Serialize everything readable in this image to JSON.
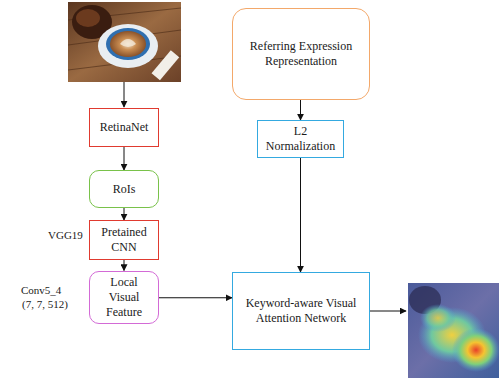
{
  "diagram": {
    "nodes": [
      {
        "text": [
          "RetinaNet"
        ]
      },
      {
        "text": [
          "RoIs"
        ]
      },
      {
        "text": [
          "Pretained CNN"
        ]
      },
      {
        "text": [
          "Local Visual Feature"
        ]
      },
      {
        "text": [
          "Referring Expression Representation"
        ]
      },
      {
        "text": [
          "L2 Normalization"
        ]
      },
      {
        "text": [
          "Keyword-aware Visual Attention Network"
        ]
      }
    ],
    "edges": [
      {
        "from": 0,
        "to": 1,
        "arrow": "to"
      },
      {
        "from": 1,
        "to": 2,
        "arrow": "to"
      },
      {
        "from": 2,
        "to": 3,
        "arrow": "to"
      },
      {
        "from": 4,
        "to": 5,
        "arrow": "to"
      },
      {
        "from": 5,
        "to": 6,
        "arrow": "to"
      },
      {
        "from": 3,
        "to": 6,
        "arrow": "to"
      }
    ],
    "labels": [
      "VGG19",
      "Conv5_4",
      "(7, 7, 512)"
    ]
  }
}
